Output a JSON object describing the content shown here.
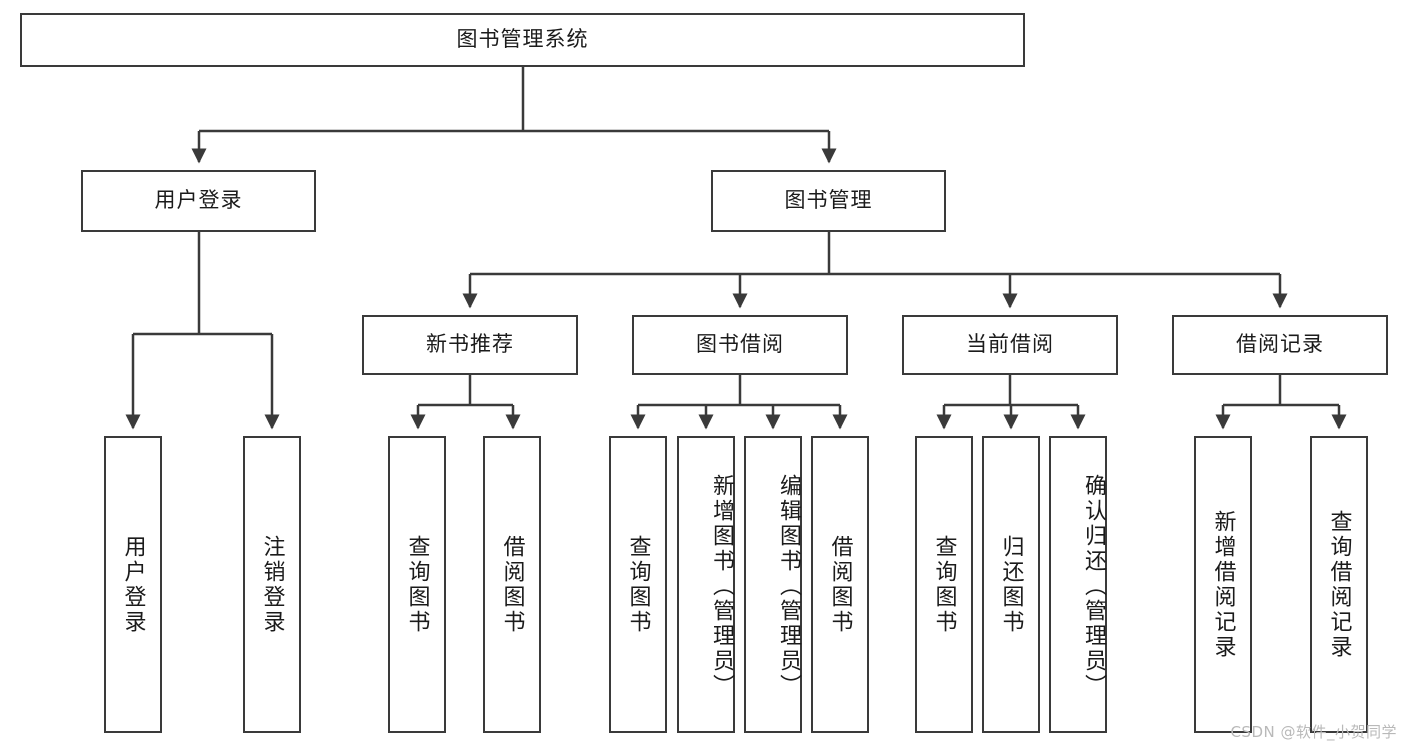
{
  "diagram": {
    "type": "tree-hierarchy",
    "title": "图书管理系统",
    "watermark": "CSDN @软件_小贺同学",
    "colors": {
      "stroke": "#3a3a3a",
      "fill": "#ffffff",
      "text": "#1b1b1b",
      "watermark": "#b9b9b9"
    },
    "nodes": {
      "root": {
        "label": "图书管理系统",
        "level": 1
      },
      "l2": [
        {
          "id": "user-login",
          "label": "用户登录",
          "level": 2
        },
        {
          "id": "book-manage",
          "label": "图书管理",
          "level": 2
        }
      ],
      "l3": [
        {
          "id": "new-book-recommend",
          "label": "新书推荐",
          "level": 3
        },
        {
          "id": "book-borrow",
          "label": "图书借阅",
          "level": 3
        },
        {
          "id": "current-borrow",
          "label": "当前借阅",
          "level": 3
        },
        {
          "id": "borrow-record",
          "label": "借阅记录",
          "level": 3
        }
      ],
      "leaves": {
        "user-login": [
          {
            "id": "leaf-user-login",
            "label": "用户登录"
          },
          {
            "id": "leaf-user-logout",
            "label": "注销登录"
          }
        ],
        "new-book-recommend": [
          {
            "id": "leaf-query-book-1",
            "label": "查询图书"
          },
          {
            "id": "leaf-borrow-book-1",
            "label": "借阅图书"
          }
        ],
        "book-borrow": [
          {
            "id": "leaf-query-book-2",
            "label": "查询图书"
          },
          {
            "id": "leaf-add-book",
            "label": "新增图书（管理员）"
          },
          {
            "id": "leaf-edit-book",
            "label": "编辑图书（管理员）"
          },
          {
            "id": "leaf-borrow-book-2",
            "label": "借阅图书"
          }
        ],
        "current-borrow": [
          {
            "id": "leaf-query-book-3",
            "label": "查询图书"
          },
          {
            "id": "leaf-return-book",
            "label": "归还图书"
          },
          {
            "id": "leaf-confirm-return",
            "label": "确认归还（管理员）"
          }
        ],
        "borrow-record": [
          {
            "id": "leaf-add-record",
            "label": "新增借阅记录"
          },
          {
            "id": "leaf-query-record",
            "label": "查询借阅记录"
          }
        ]
      }
    }
  }
}
